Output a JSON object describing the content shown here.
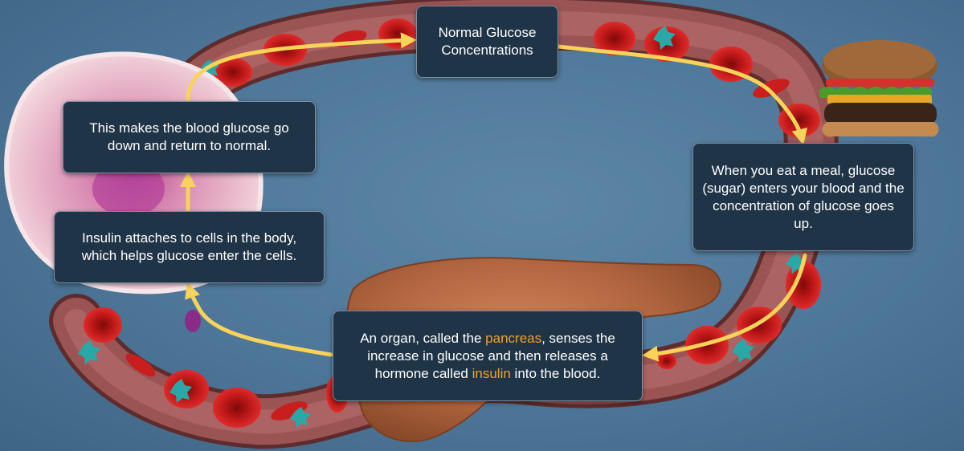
{
  "steps": {
    "normal": "Normal Glucose Concentrations",
    "meal": "When you eat a meal, glucose (sugar) enters your blood and the concentration of glucose goes up.",
    "pancreas": {
      "part1": "An organ, called the ",
      "pancreas_word": "pancreas",
      "part2": ",  senses the increase in glucose and then releases a hormone called ",
      "insulin_word": "insulin",
      "part3": " into the blood."
    },
    "attach": "Insulin attaches to cells in the body, which helps glucose enter the cells.",
    "result": "This makes the blood glucose go down and return to normal."
  },
  "colors": {
    "box_bg": "#203447",
    "arrow": "#f7d35a",
    "highlight": "#f0a030",
    "background": "#4d7698",
    "vessel": "#8f4a4a",
    "rbc": "#c51b1b",
    "insulin": "#2aa8a8"
  },
  "icons": [
    "hamburger-icon",
    "pancreas-icon",
    "body-cell-icon",
    "red-blood-cell-icon",
    "insulin-molecule-icon"
  ]
}
